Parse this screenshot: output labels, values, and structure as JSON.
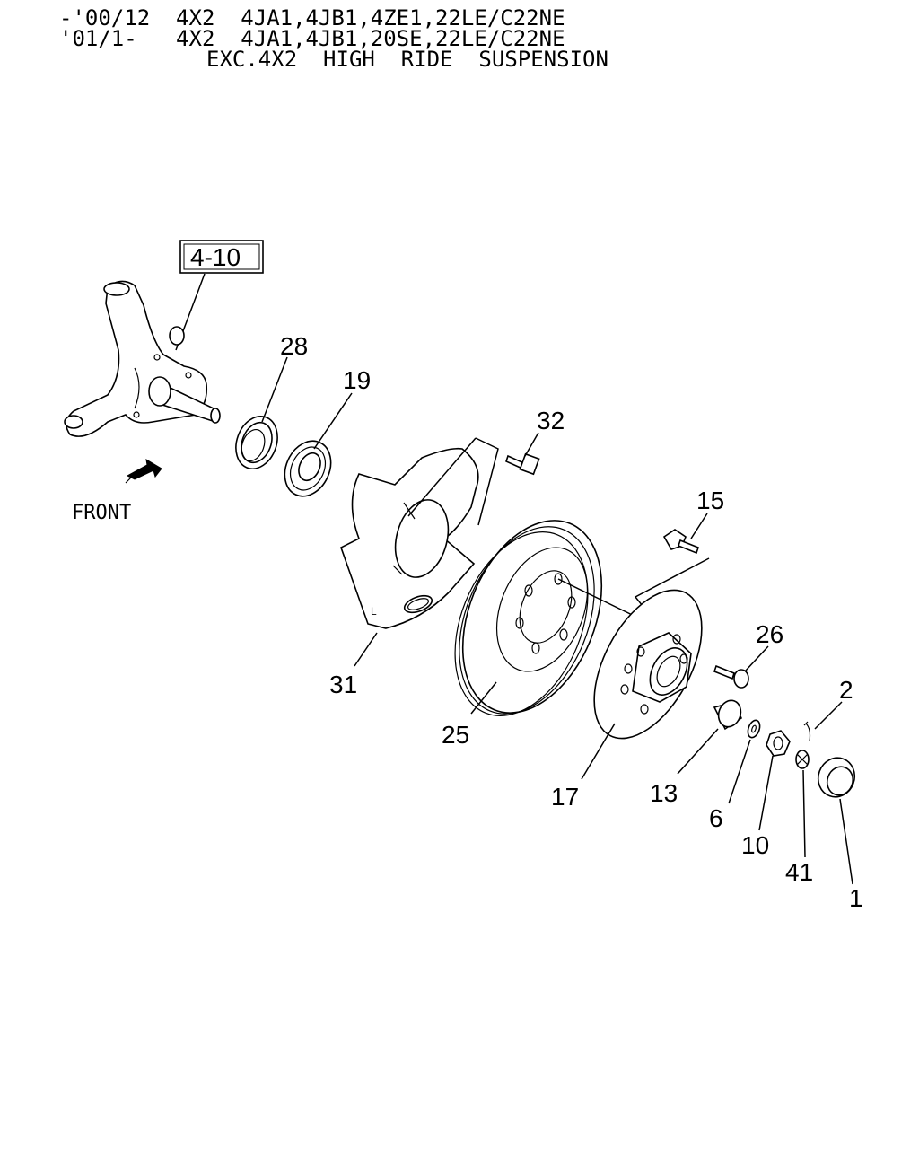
{
  "header": {
    "line1": "-'00/12  4X2  4JA1,4JB1,4ZE1,22LE/C22NE",
    "line2": "'01/1-   4X2  4JA1,4JB1,20SE,22LE/C22NE",
    "line3": "EXC.4X2  HIGH  RIDE  SUSPENSION"
  },
  "ref_box": {
    "label": "4-10"
  },
  "direction": {
    "label": "FRONT"
  },
  "callouts": {
    "c28": "28",
    "c19": "19",
    "c32": "32",
    "c15": "15",
    "c26": "26",
    "c2": "2",
    "c31": "31",
    "c25": "25",
    "c17": "17",
    "c13": "13",
    "c6": "6",
    "c10": "10",
    "c41": "41",
    "c1": "1"
  }
}
